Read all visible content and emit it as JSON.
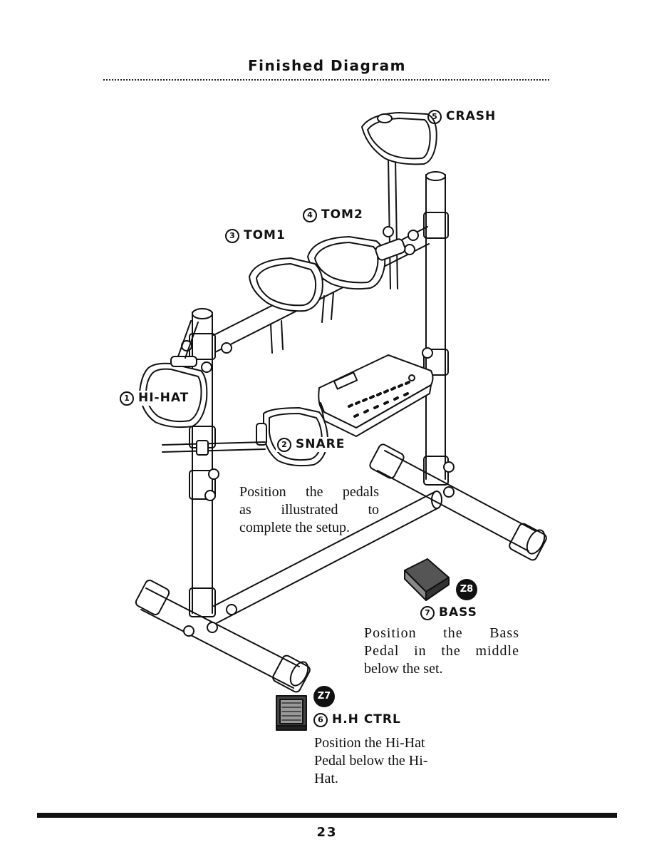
{
  "header": {
    "title": "Finished Diagram"
  },
  "labels": {
    "crash": {
      "num": "5",
      "text": "CRASH"
    },
    "tom2": {
      "num": "4",
      "text": "TOM2"
    },
    "tom1": {
      "num": "3",
      "text": "TOM1"
    },
    "hihat": {
      "num": "1",
      "text": "HI-HAT"
    },
    "snare": {
      "num": "2",
      "text": "SNARE"
    },
    "bass": {
      "num": "7",
      "text": "BASS",
      "badge": "Z8"
    },
    "hhctrl": {
      "num": "6",
      "text": "H.H CTRL",
      "badge": "Z7"
    }
  },
  "notes": {
    "pedals": [
      "Position the pedals",
      "as illustrated to",
      "complete the setup."
    ],
    "bass": [
      "Position the Bass",
      "Pedal in the middle",
      "below the set."
    ],
    "hihat": [
      "Position the Hi-Hat",
      "Pedal below the Hi-",
      "Hat."
    ]
  },
  "footer": {
    "page_number": "23"
  }
}
